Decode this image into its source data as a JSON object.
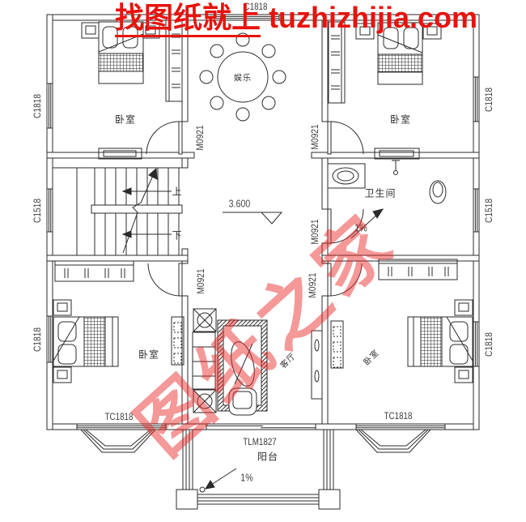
{
  "watermarks": {
    "site_prefix": "找图纸就上",
    "site_domain": "tuzhizhijia.com",
    "diagonal": "图纸之家"
  },
  "rooms": {
    "bedroom_top_left": "卧室",
    "bedroom_top_right": "卧室",
    "bedroom_bottom_left": "卧室",
    "bedroom_bottom_right": "卧室",
    "entertainment": "娱乐",
    "bathroom": "卫生间",
    "living_room": "客厅",
    "balcony": "阳台"
  },
  "windows": {
    "top_center": "C1818",
    "left_top": "C1818",
    "left_middle": "C1518",
    "left_bottom": "C1818",
    "right_top": "C1818",
    "right_middle": "C1518",
    "right_bottom": "C1818",
    "bottom_left": "TC1818",
    "bottom_right": "TC1818",
    "balcony_door": "TLM1827"
  },
  "doors": {
    "top_left": "M0921",
    "top_right": "M0921",
    "bathroom": "M0921",
    "bottom_left": "M0921",
    "bottom_right": "M0921"
  },
  "annotations": {
    "floor_level": "3.600",
    "stair_up": "上",
    "stair_down": "下",
    "bathroom_slope": "1%",
    "balcony_slope": "1%"
  }
}
